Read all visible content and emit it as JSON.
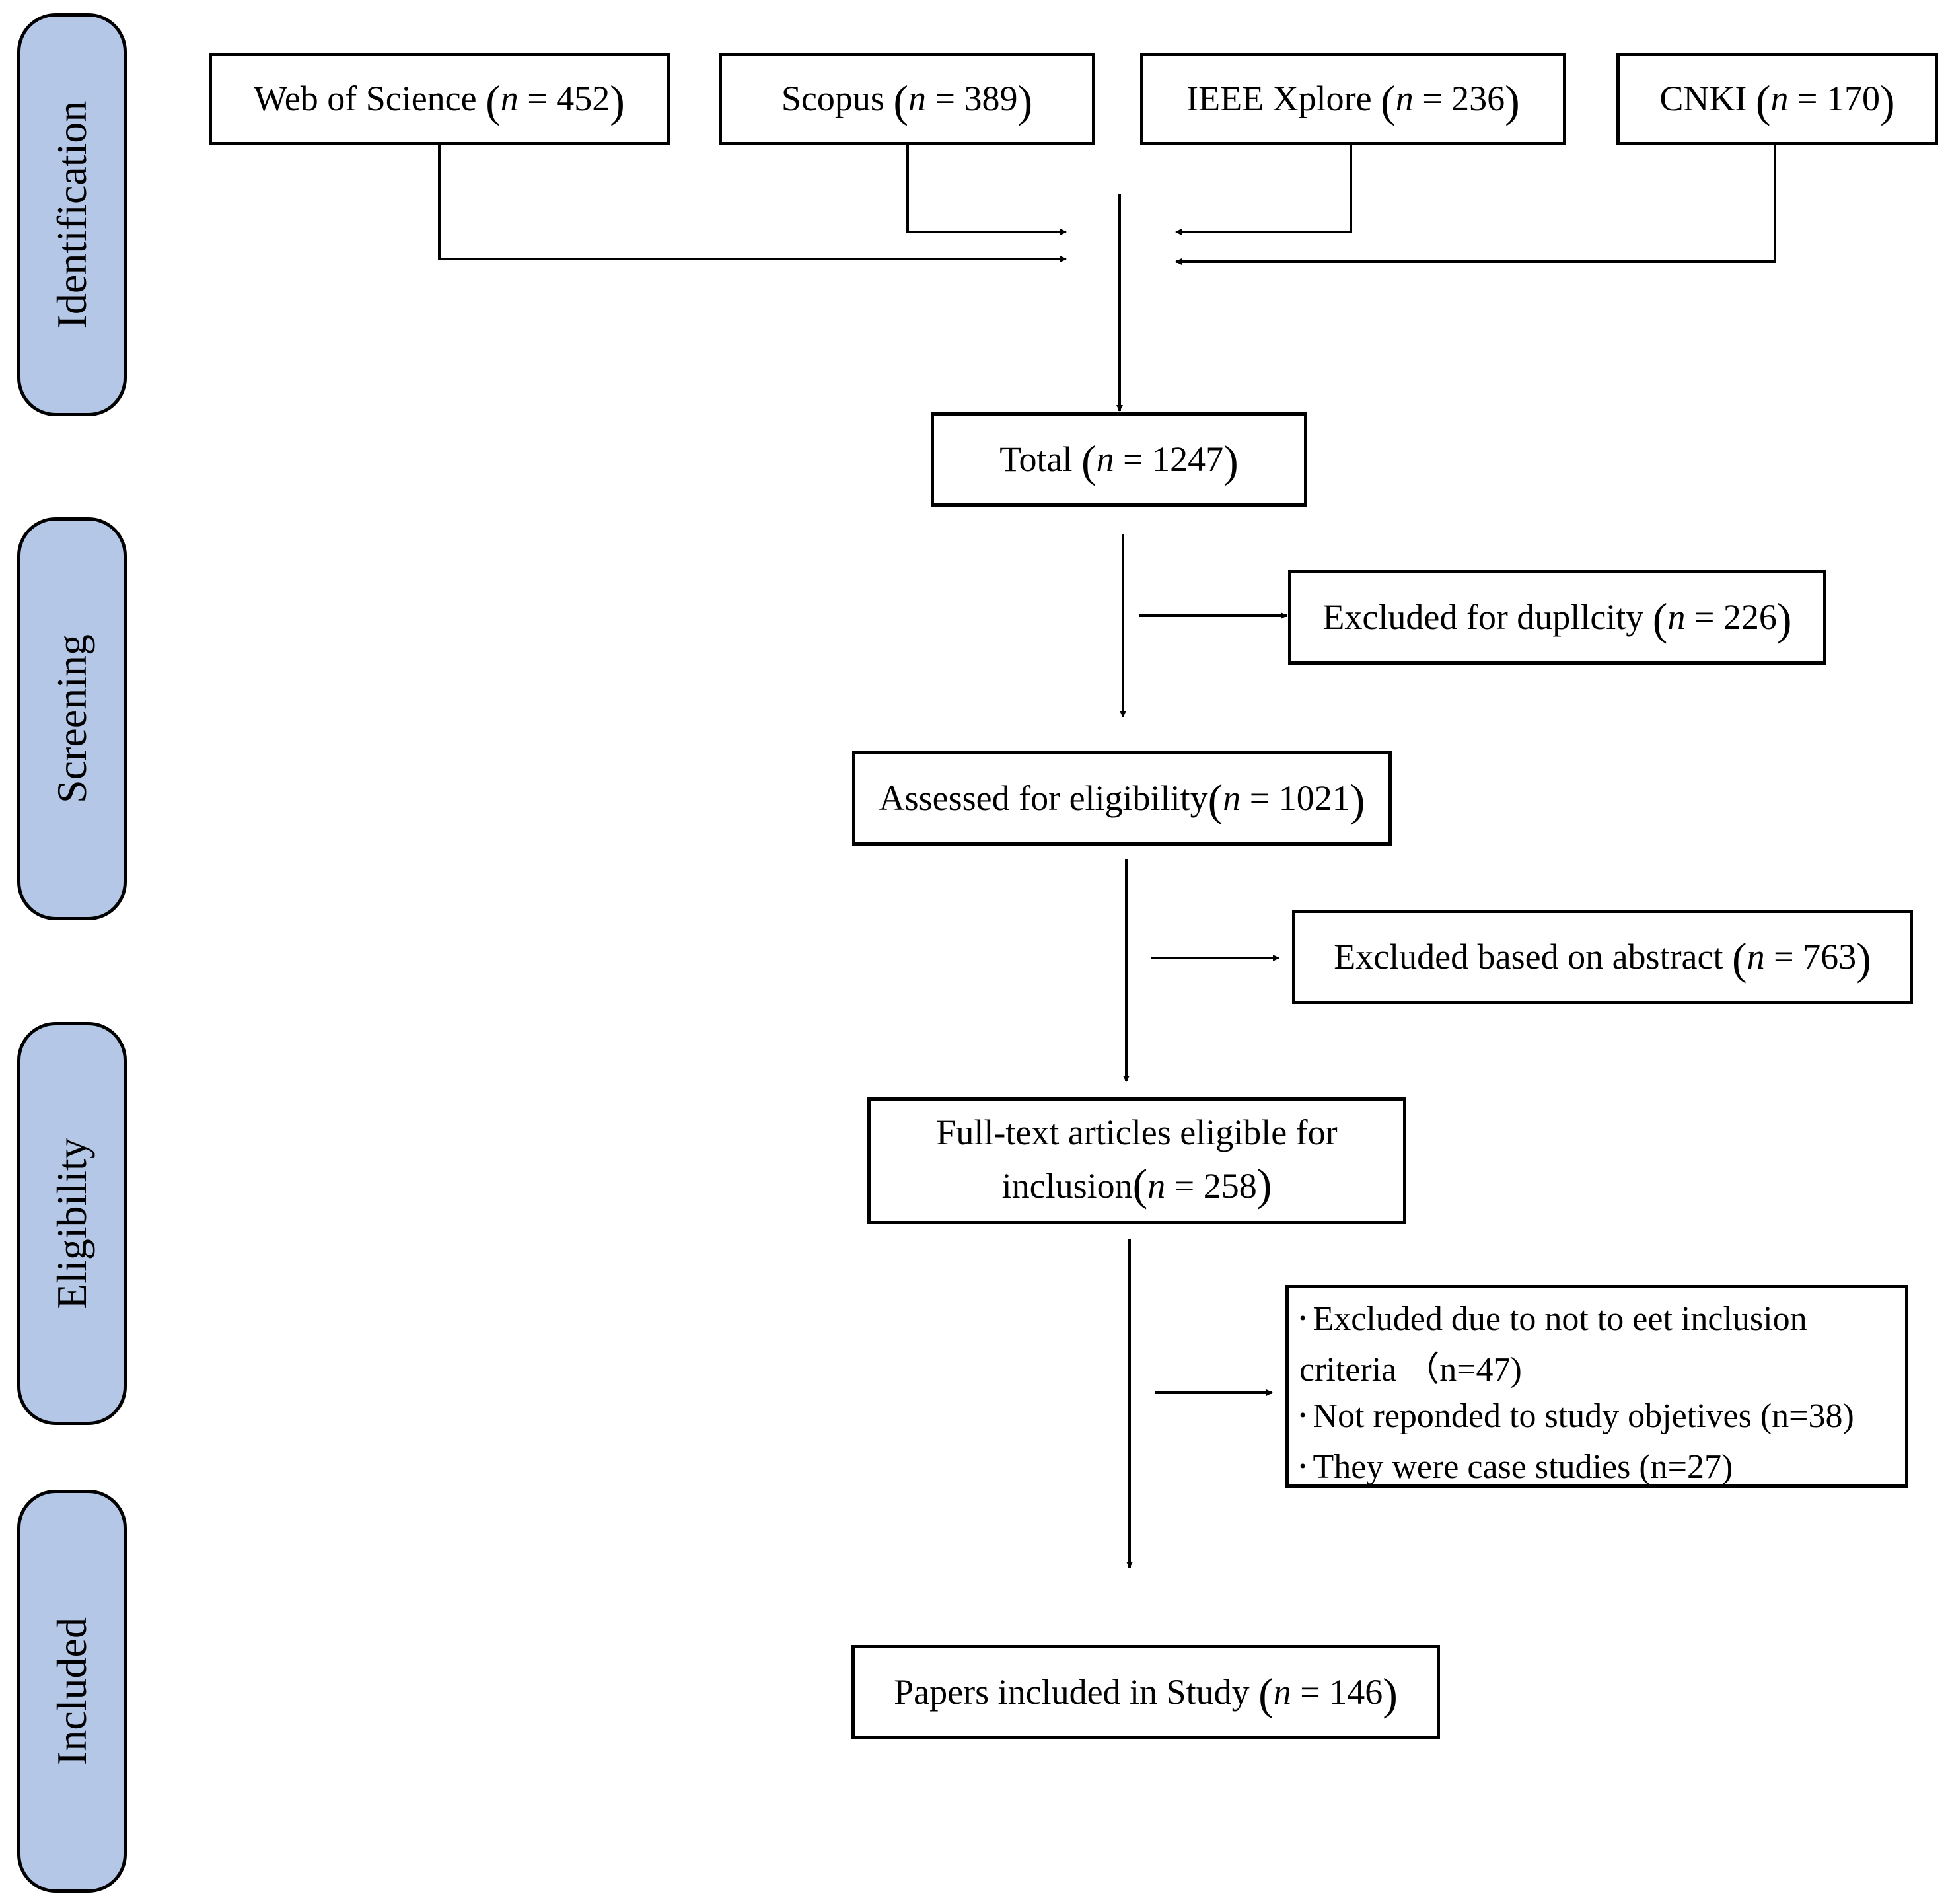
{
  "stages": [
    {
      "id": "identification",
      "label": "Identification"
    },
    {
      "id": "screening",
      "label": "Screening"
    },
    {
      "id": "eligibility",
      "label": "Eligibility"
    },
    {
      "id": "included",
      "label": "Included"
    }
  ],
  "sources": [
    {
      "name": "Web of Science",
      "n_var": "n",
      "eq": "=",
      "count": "452"
    },
    {
      "name": "Scopus",
      "n_var": "n",
      "eq": "=",
      "count": "389"
    },
    {
      "name": "IEEE Xplore",
      "n_var": "n",
      "eq": "=",
      "count": "236"
    },
    {
      "name": "CNKI",
      "n_var": "n",
      "eq": "=",
      "count": "170"
    }
  ],
  "total": {
    "label": "Total",
    "n_var": "n",
    "eq": "=",
    "count": "1247"
  },
  "excluded_duplicity": {
    "label": "Excluded for dupllcity",
    "n_var": "n",
    "eq": "=",
    "count": "226"
  },
  "assessed": {
    "label": "Assessed for eligibility",
    "n_var": "n",
    "eq": "=",
    "count": "1021"
  },
  "excluded_abstract": {
    "label": "Excluded based on abstract",
    "n_var": "n",
    "eq": "=",
    "count": "763"
  },
  "fulltext": {
    "line1": "Full-text articles eligible for",
    "line2": "inclusion",
    "n_var": "n",
    "eq": "=",
    "count": "258"
  },
  "excluded_reasons": {
    "bullet": "•",
    "line1": "Excluded due to not to eet inclusion",
    "line2": "criteria （n=47)",
    "line3": "Not reponded to study objetives (n=38)",
    "line4": "They were case studies (n=27)"
  },
  "included": {
    "label": "Papers included in Study",
    "n_var": "n",
    "eq": "=",
    "count": "146"
  },
  "paren_open": "(",
  "paren_close": ")"
}
